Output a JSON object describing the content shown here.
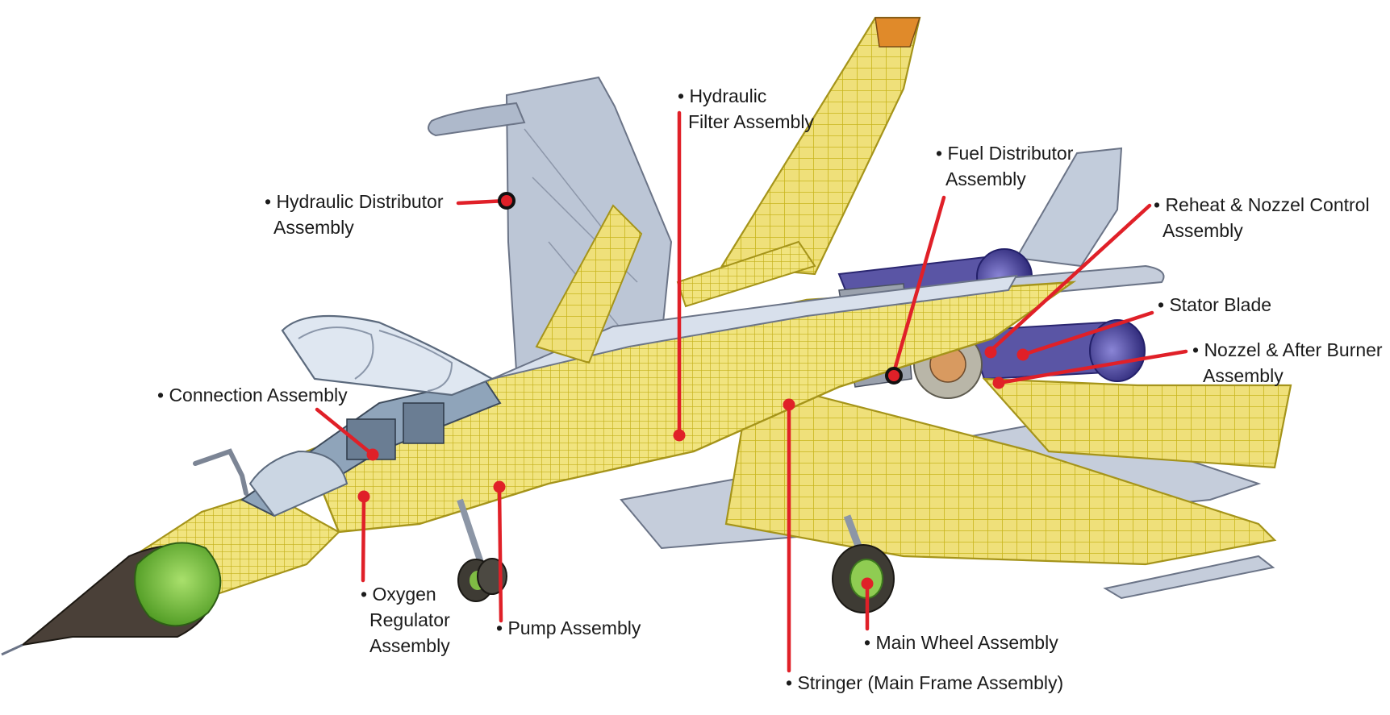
{
  "colors": {
    "frame": "#d9c82a",
    "frame_fill": "#efe07a",
    "skin": "#b9c3d3",
    "engine": "#5b56a8",
    "radome": "#7fc443",
    "leader": "#e02028",
    "text": "#1b1b1b"
  },
  "labels": {
    "hydraulic_distributor": [
      "• Hydraulic Distributor",
      "Assembly"
    ],
    "hydraulic_filter": [
      "• Hydraulic",
      "Filter Assembly"
    ],
    "fuel_distributor": [
      "• Fuel Distributor",
      "Assembly"
    ],
    "reheat_nozzel": [
      "• Reheat & Nozzel Control",
      "Assembly"
    ],
    "stator_blade": [
      "• Stator Blade"
    ],
    "nozzel_after_burner": [
      "• Nozzel & After Burner",
      "Assembly"
    ],
    "connection": [
      "• Connection Assembly"
    ],
    "oxygen_regulator": [
      "• Oxygen",
      "Regulator",
      "Assembly"
    ],
    "pump": [
      "• Pump Assembly"
    ],
    "main_wheel": [
      "• Main Wheel Assembly"
    ],
    "stringer": [
      "• Stringer (Main Frame Assembly)"
    ]
  }
}
